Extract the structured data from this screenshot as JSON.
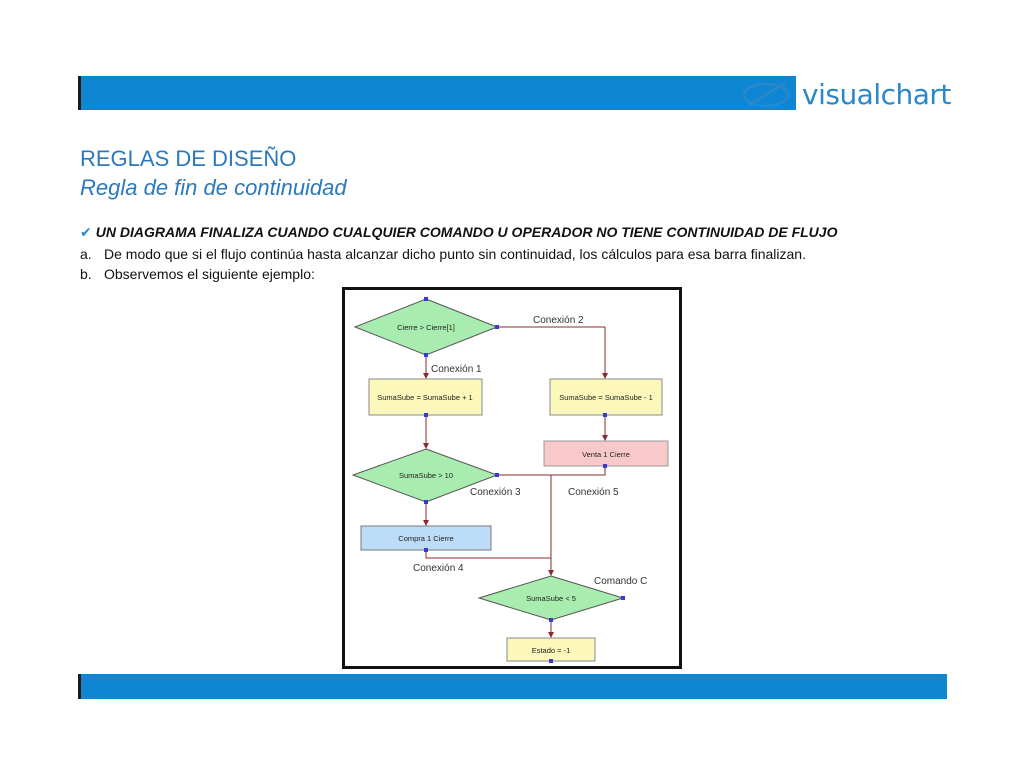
{
  "logo": {
    "text": "visualchart"
  },
  "heading": {
    "title": "REGLAS DE DISEÑO",
    "subtitle": "Regla de fin de continuidad"
  },
  "bullet": {
    "text": "UN DIAGRAMA FINALIZA CUANDO CUALQUIER COMANDO U OPERADOR NO TIENE CONTINUIDAD DE FLUJO"
  },
  "items": [
    {
      "marker": "a.",
      "text": "De modo que si el flujo continúa hasta alcanzar dicho punto sin continuidad, los cálculos para esa barra finalizan."
    },
    {
      "marker": "b.",
      "text": "Observemos el siguiente ejemplo:"
    }
  ],
  "diagram": {
    "nodes": {
      "cond1": "Cierre > Cierre[1]",
      "box1": "SumaSube = SumaSube + 1",
      "box2": "SumaSube = SumaSube - 1",
      "venta": "Venta 1 Cierre",
      "cond2": "SumaSube > 10",
      "compra": "Compra 1 Cierre",
      "cond3": "SumaSube < 5",
      "estado": "Estado = -1"
    },
    "labels": {
      "conexion1": "Conexión 1",
      "conexion2": "Conexión 2",
      "conexion3": "Conexión 3",
      "conexion4": "Conexión 4",
      "conexion5": "Conexión 5",
      "comandoC": "Comando C"
    },
    "colors": {
      "diamond": "#a8ecb0",
      "process": "#fcf7ba",
      "sell": "#f9c9c9",
      "buy": "#bcdcf7",
      "line": "#8b2a2a",
      "port": "#3a3ad0"
    }
  }
}
